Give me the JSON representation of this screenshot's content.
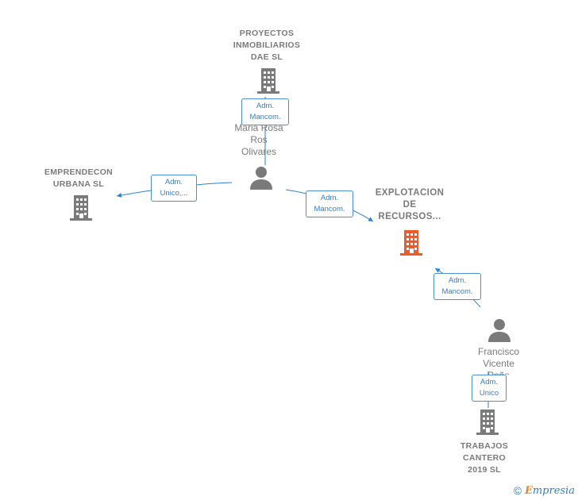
{
  "nodes": {
    "proyectos": {
      "label": "PROYECTOS\nINMOBILIARIOS\nDAE  SL",
      "icon": "building-icon"
    },
    "maria": {
      "label": "Maria Rosa\nRos\nOlivares",
      "icon": "person-icon"
    },
    "emprendecon": {
      "label": "EMPRENDECON\nURBANA  SL",
      "icon": "building-icon"
    },
    "explotacion": {
      "label": "EXPLOTACION\nDE\nRECURSOS...",
      "icon": "building-icon"
    },
    "francisco": {
      "label": "Francisco\nVicente\nPeño",
      "icon": "person-icon"
    },
    "trabajos": {
      "label": "TRABAJOS\nCANTERO\n2019  SL",
      "icon": "building-icon"
    }
  },
  "edges": {
    "maria_proyectos": "Adm.\nMancom.",
    "maria_emprendecon": "Adm.\nUnico,...",
    "maria_explotacion": "Adm.\nMancom.",
    "francisco_explotacion": "Adm.\nMancom.",
    "francisco_trabajos": "Adm.\nUnico"
  },
  "footer": {
    "copyright": "©",
    "brand_initial": "E",
    "brand_rest": "mpresia"
  },
  "colors": {
    "company": "#7a7a7a",
    "focus_company": "#f05a28",
    "person": "#7a7a7a",
    "edge": "#2d7fd2"
  }
}
